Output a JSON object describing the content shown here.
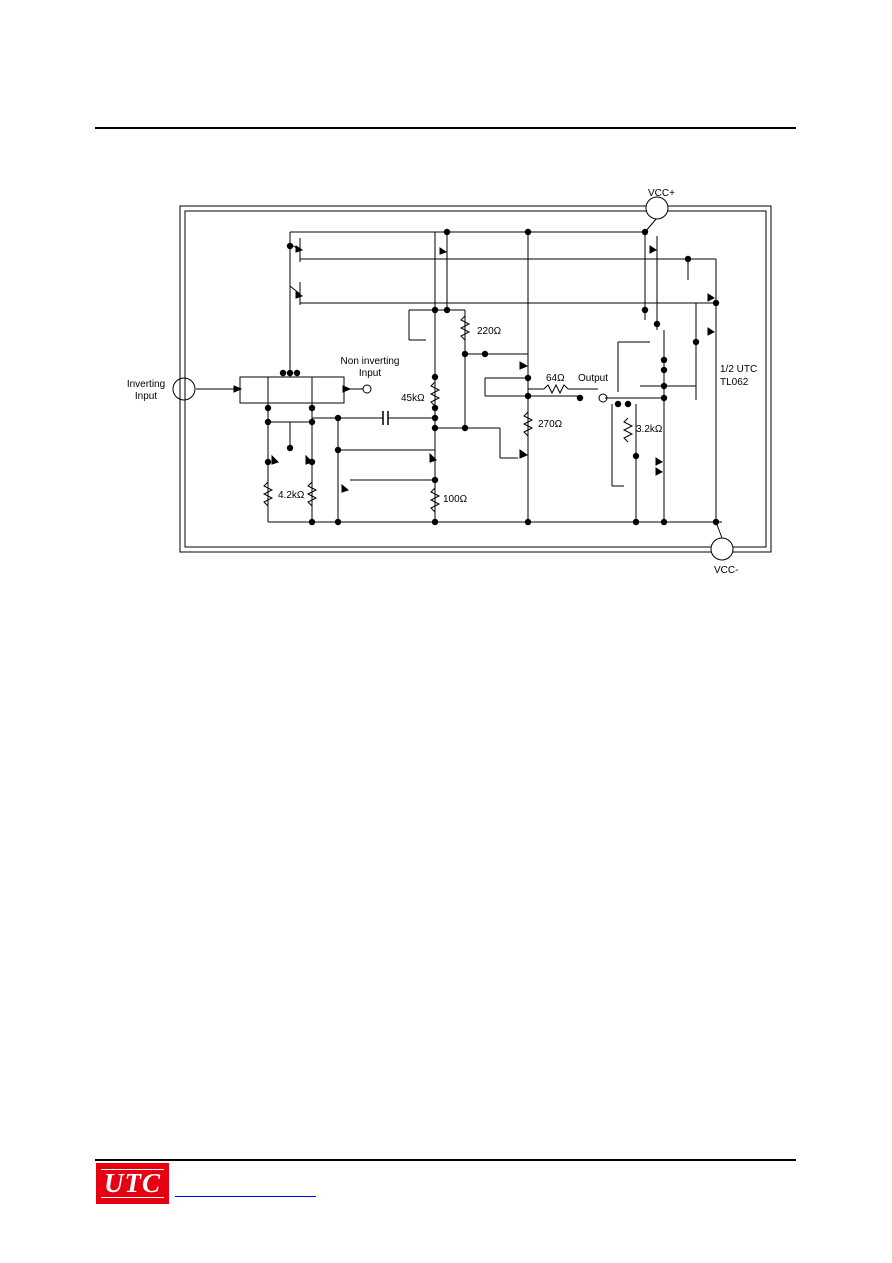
{
  "schematic": {
    "supply_top": "VCC+",
    "supply_bottom": "VCC-",
    "inverting_input": [
      "Inverting",
      "Input"
    ],
    "noninverting_input": [
      "Non inverting",
      "Input"
    ],
    "output": "Output",
    "part_label": [
      "1/2 UTC",
      "TL062"
    ],
    "resistors": {
      "r220": "220Ω",
      "r45k": "45kΩ",
      "r64": "64Ω",
      "r270": "270Ω",
      "r42k": "4.2kΩ",
      "r100": "100Ω",
      "r32k": "3.2kΩ"
    }
  },
  "footer": {
    "logo_text": "UTC"
  }
}
